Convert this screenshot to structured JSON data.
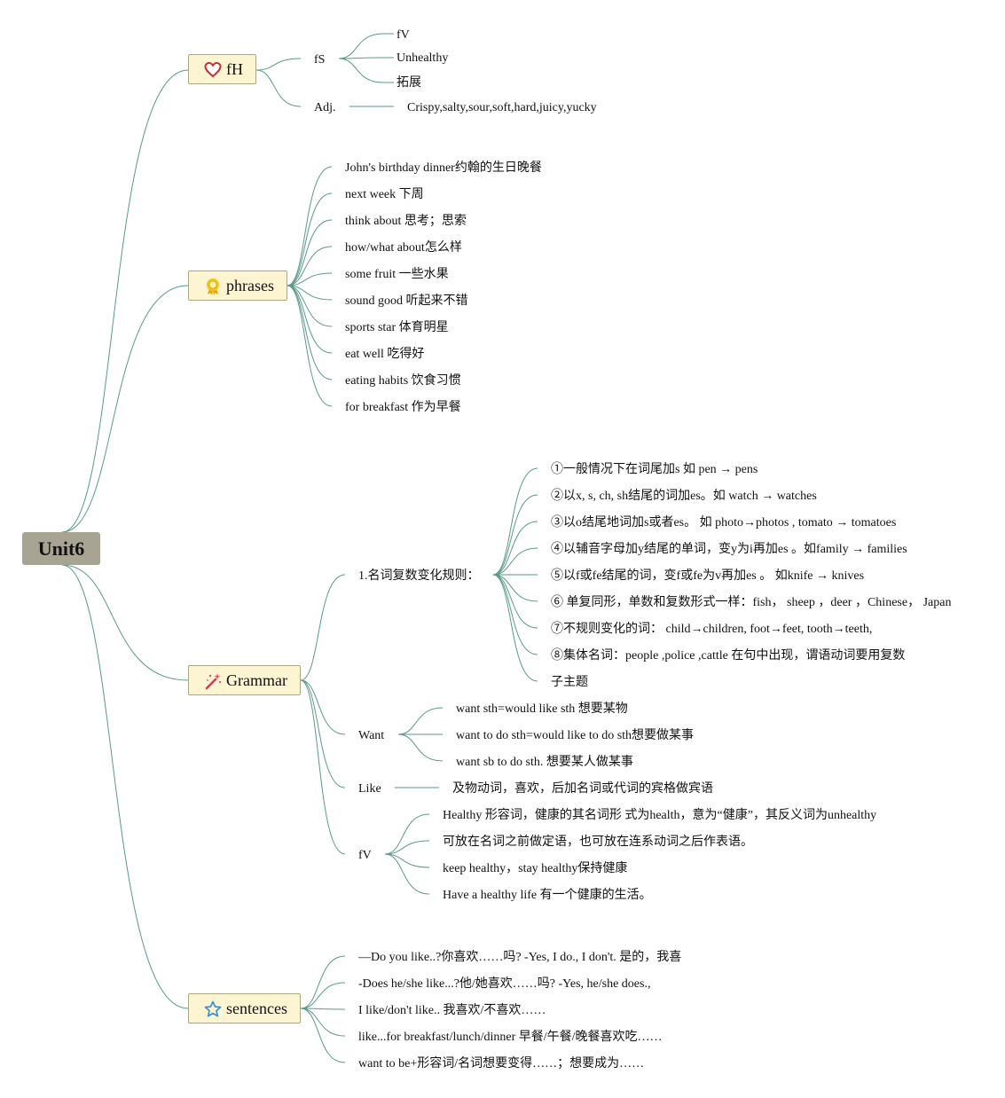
{
  "root": "Unit6",
  "branches": {
    "fh": {
      "label": "fH",
      "icon": "heart-icon",
      "fs_label": "fS",
      "fs_items": [
        "fV",
        "Unhealthy",
        "拓展"
      ],
      "adj_label": "Adj.",
      "adj_value": "Crispy,salty,sour,soft,hard,juicy,yucky"
    },
    "phrases": {
      "label": "phrases",
      "icon": "award-ribbon-icon",
      "items": [
        "John's birthday dinner约翰的生日晚餐",
        "next week 下周",
        "think about 思考；思索",
        "how/what about怎么样",
        "some fruit 一些水果",
        "sound good 听起来不错",
        "sports star 体育明星",
        "eat well 吃得好",
        "eating habits 饮食习惯",
        "for breakfast 作为早餐"
      ]
    },
    "grammar": {
      "label": "Grammar",
      "icon": "magic-wand-icon",
      "plural_label": "1.名词复数变化规则：",
      "plural_rules": [
        "①一般情况下在词尾加s 如 pen → pens",
        "②以x, s, ch, sh结尾的词加es。如 watch → watches",
        "③以o结尾地词加s或者es。 如 photo→photos , tomato → tomatoes",
        "④以辅音字母加y结尾的单词，变y为i再加es 。如family → families",
        "⑤以f或fe结尾的词，变f或fe为v再加es 。 如knife → knives",
        "⑥ 单复同形，单数和复数形式一样：fish， sheep ，deer ，Chinese， Japan",
        "⑦不规则变化的词： child→children, foot→feet, tooth→teeth,",
        "⑧集体名词：people ,police ,cattle 在句中出现，谓语动词要用复数",
        "子主题"
      ],
      "want_label": "Want",
      "want_items": [
        "want sth=would like sth 想要某物",
        "want to do sth=would like to do sth想要做某事",
        "want sb to do sth. 想要某人做某事"
      ],
      "like_label": "Like",
      "like_value": "及物动词，喜欢，后加名词或代词的宾格做宾语",
      "fv_label": "fV",
      "fv_items": [
        "Healthy 形容词，健康的其名词形 式为health，意为“健康”，其反义词为unhealthy",
        "可放在名词之前做定语，也可放在连系动词之后作表语。",
        "keep healthy，stay healthy保持健康",
        "Have a healthy life 有一个健康的生活。"
      ]
    },
    "sentences": {
      "label": "sentences",
      "icon": "star-icon",
      "items": [
        "—Do you like..?你喜欢……吗? -Yes, I do., I don't. 是的，我喜",
        "-Does he/she like...?他/她喜欢……吗? -Yes, he/she does.,",
        "I like/don't like.. 我喜欢/不喜欢……",
        "like...for breakfast/lunch/dinner 早餐/午餐/晚餐喜欢吃……",
        "want to be+形容词/名词想要变得……；想要成为……"
      ]
    }
  },
  "colors": {
    "connector": "#5a9a86",
    "root_fill": "#a8a494",
    "branch_fill": "#fdf5d2",
    "branch_border": "#a8a882"
  }
}
